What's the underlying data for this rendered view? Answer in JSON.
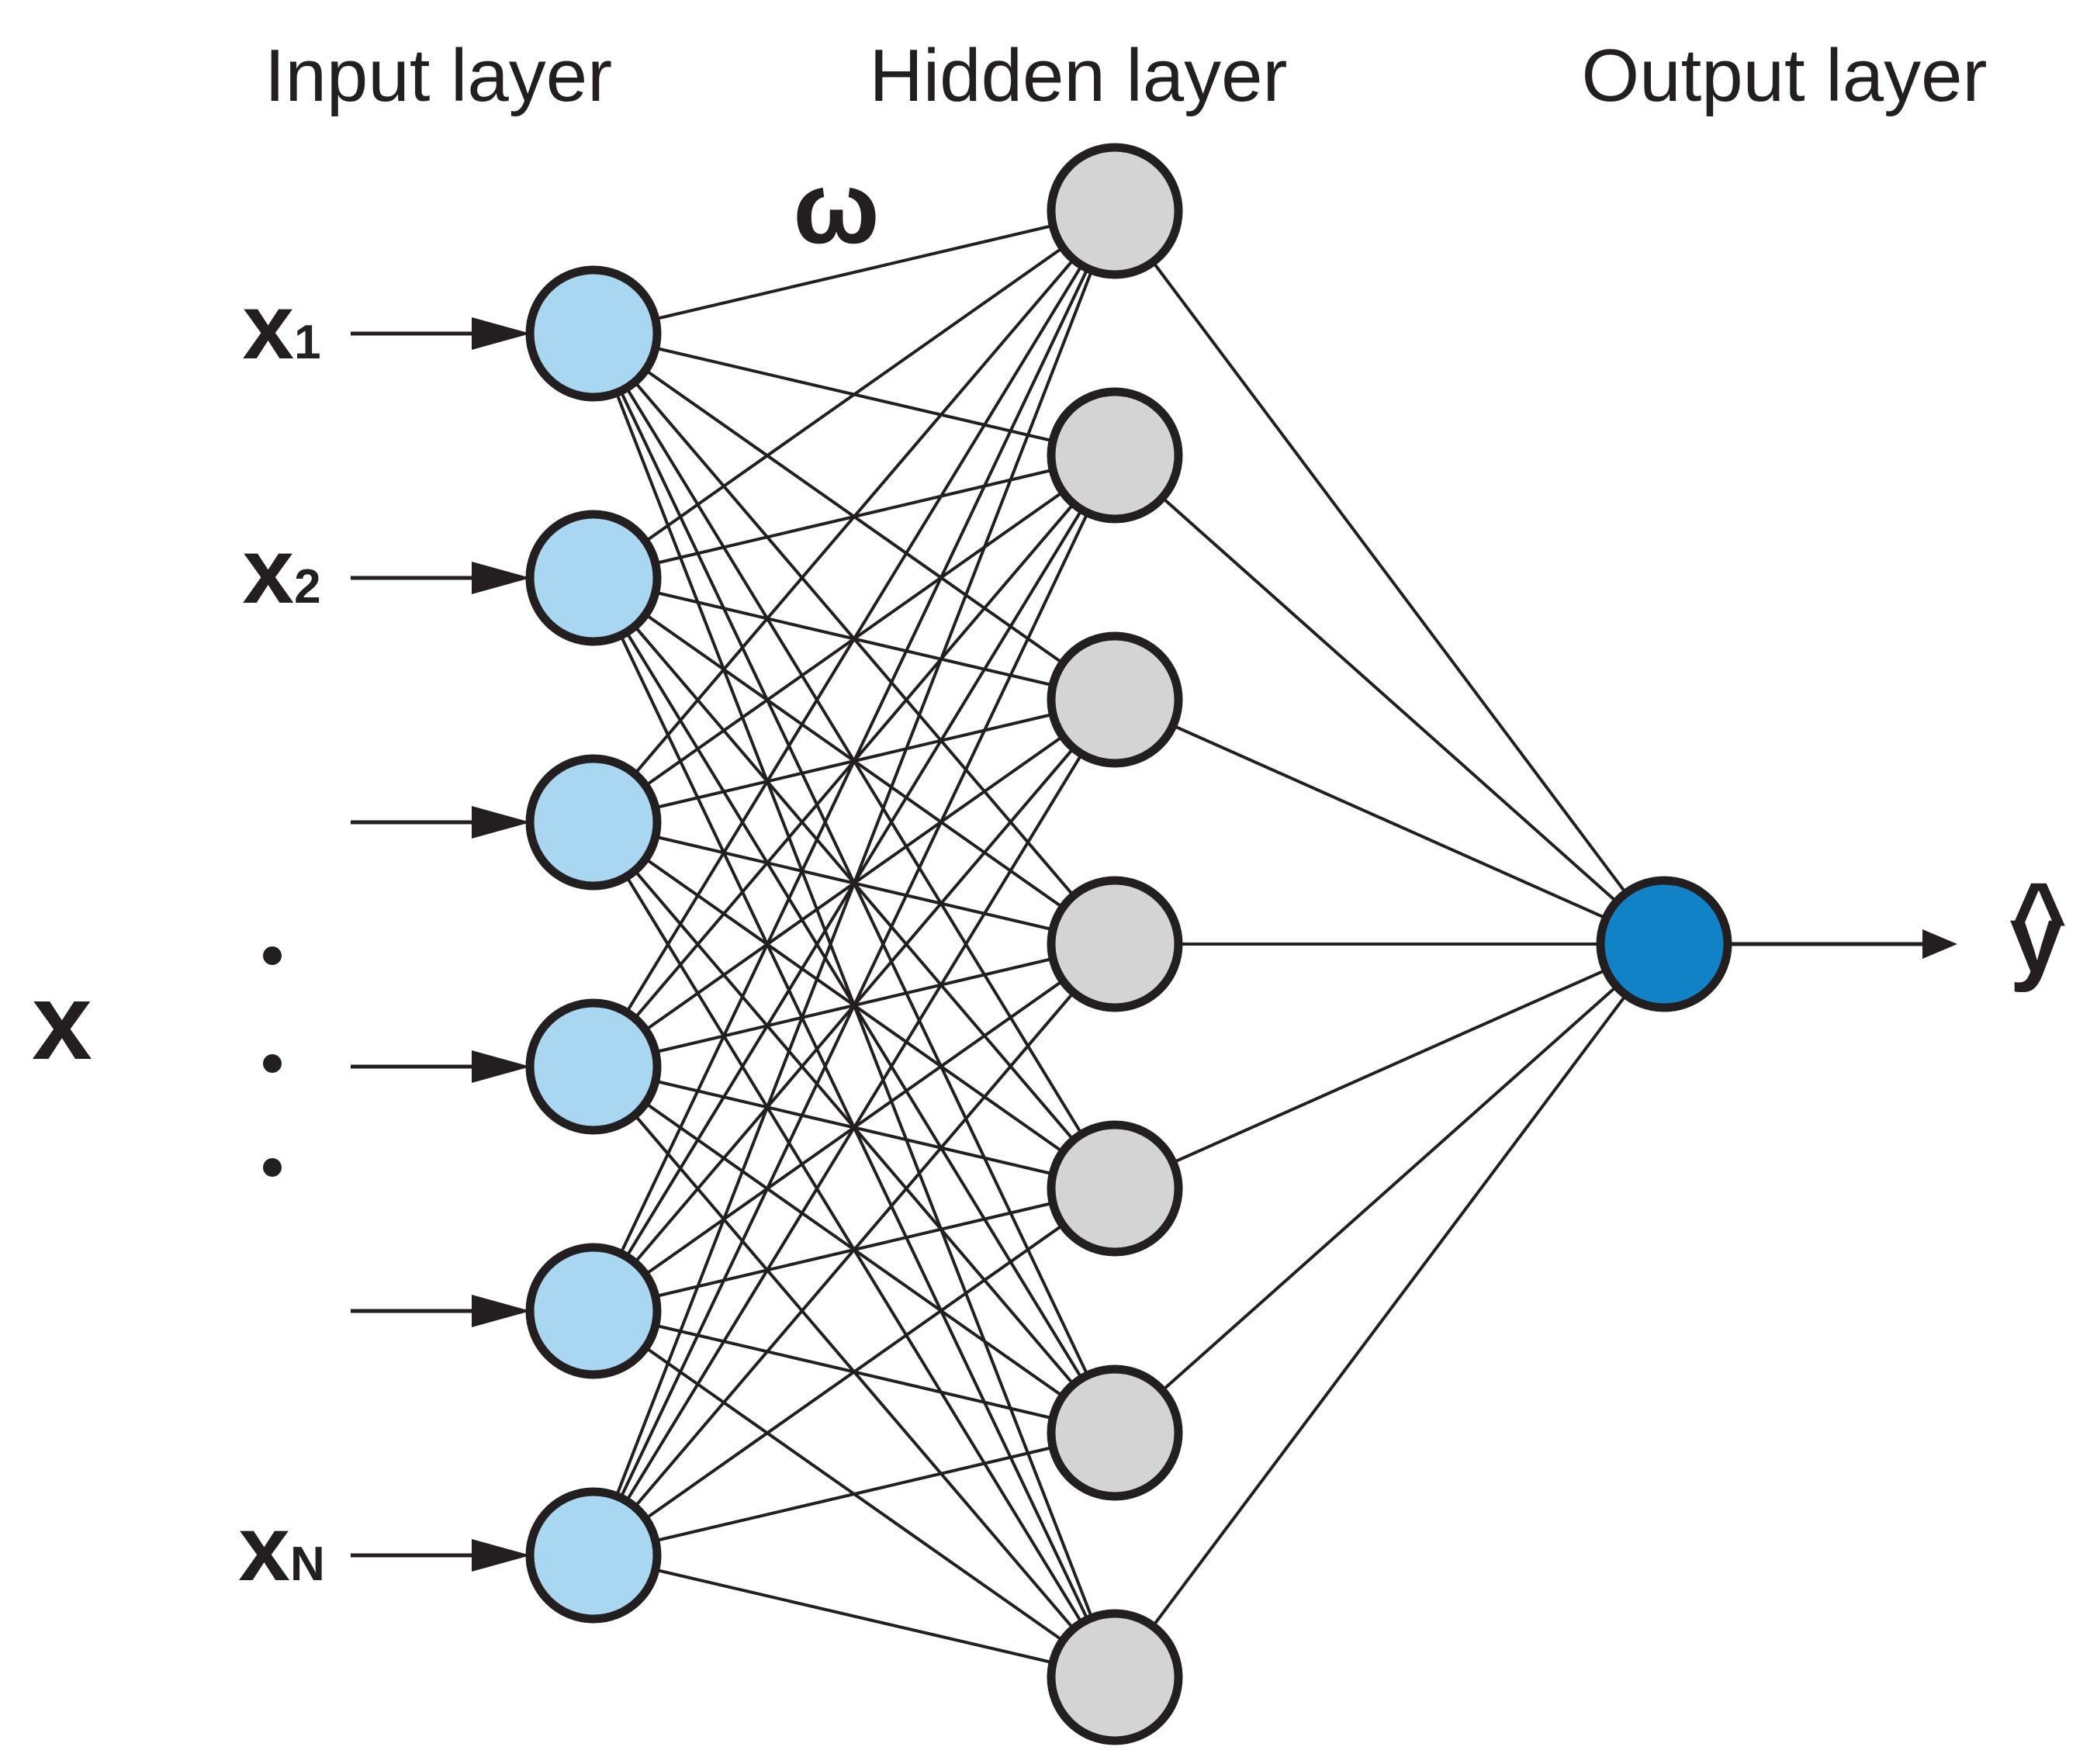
{
  "diagram": {
    "titles": {
      "input": "Input layer",
      "hidden": "Hidden layer",
      "output": "Output layer"
    },
    "weights_label": "ω",
    "input_vector_label": "x",
    "output_label": {
      "caret": "^",
      "base": "y"
    },
    "input_layer": {
      "count": 6,
      "nodes": [
        {
          "label_base": "x",
          "label_sub": "1"
        },
        {
          "label_base": "x",
          "label_sub": "2"
        },
        {},
        {},
        {},
        {
          "label_base": "x",
          "label_sub": "N"
        }
      ]
    },
    "hidden_layer": {
      "count": 7
    },
    "output_layer": {
      "count": 1
    },
    "ellipsis_dot_count": 3,
    "colors": {
      "input_node_fill": "#a9d6f0",
      "hidden_node_fill": "#d4d4d4",
      "output_node_fill": "#1182c6",
      "line_color": "#231f20",
      "background": "#ffffff"
    }
  }
}
